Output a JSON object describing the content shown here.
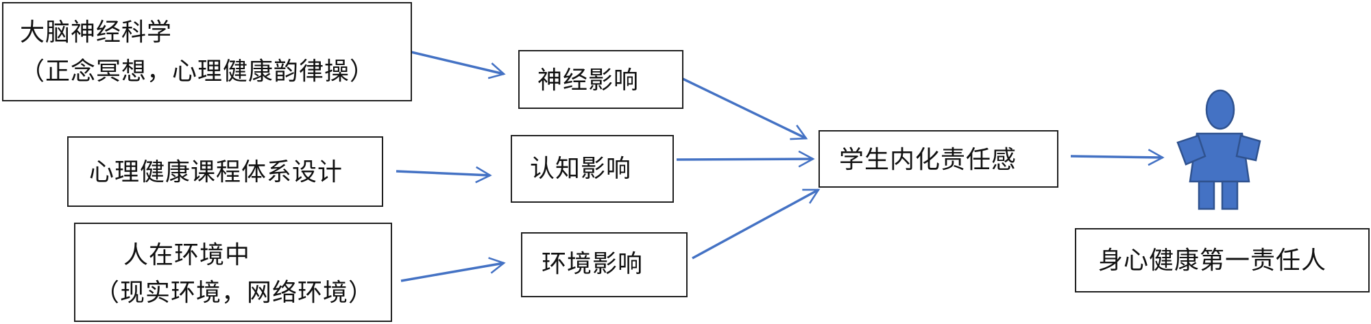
{
  "source": {
    "brain": {
      "title": "大脑神经科学",
      "detail": "（正念冥想，心理健康韵律操）"
    },
    "course": {
      "title": "心理健康课程体系设计"
    },
    "environment": {
      "title": "人在环境中",
      "detail": "（现实环境，网络环境）"
    }
  },
  "influence": {
    "neural": "神经影响",
    "cognitive": "认知影响",
    "environmental": "环境影响"
  },
  "center": {
    "label": "学生内化责任感"
  },
  "result": {
    "label": "身心健康第一责任人"
  },
  "colors": {
    "arrow": "#4472C4",
    "figure_fill": "#4472C4",
    "figure_stroke": "#2F528F",
    "box_border": "#1f1f1f"
  },
  "icons": {
    "person": "person-figure-icon"
  }
}
